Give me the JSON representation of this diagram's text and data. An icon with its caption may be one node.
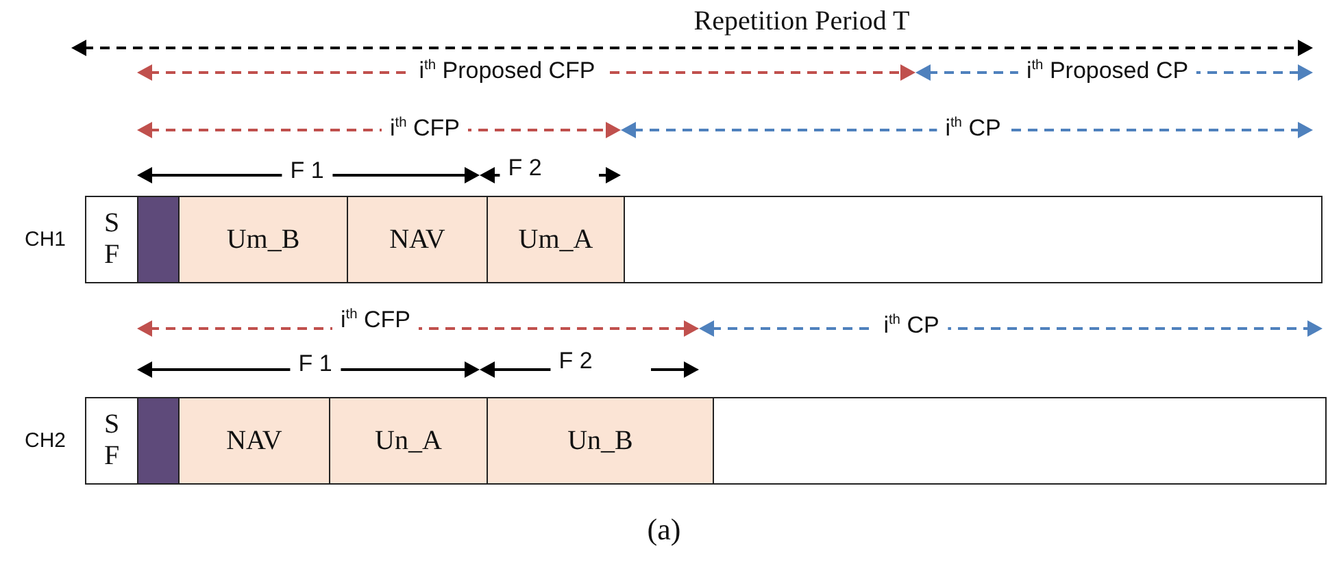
{
  "diagram": {
    "caption": "(a)",
    "nodes": [
      {
        "text": [
          "CH1"
        ]
      },
      {
        "text": [
          "S F"
        ],
        "in": 0
      },
      {
        "text": [],
        "shape": "bar",
        "in": 0
      },
      {
        "text": [
          "Um_B"
        ],
        "in": 0
      },
      {
        "text": [
          "NAV"
        ],
        "in": 0
      },
      {
        "text": [
          "Um_A"
        ],
        "in": 0
      },
      {
        "text": [
          "CH2"
        ]
      },
      {
        "text": [
          "S F"
        ],
        "in": 6
      },
      {
        "text": [],
        "shape": "bar",
        "in": 6
      },
      {
        "text": [
          "NAV"
        ],
        "in": 6
      },
      {
        "text": [
          "Un_A"
        ],
        "in": 6
      },
      {
        "text": [
          "Un_B"
        ],
        "in": 6
      }
    ],
    "edges": [],
    "labels": [
      "Repetition Period T",
      "i$^{th}$ Proposed CFP",
      "i$^{th}$ Proposed CP",
      "i$^{th}$ CFP",
      "i$^{th}$ CP",
      "F 1",
      "F 2",
      "i$^{th}$ CFP",
      "i$^{th}$ CP",
      "F 1",
      "F 2"
    ]
  }
}
